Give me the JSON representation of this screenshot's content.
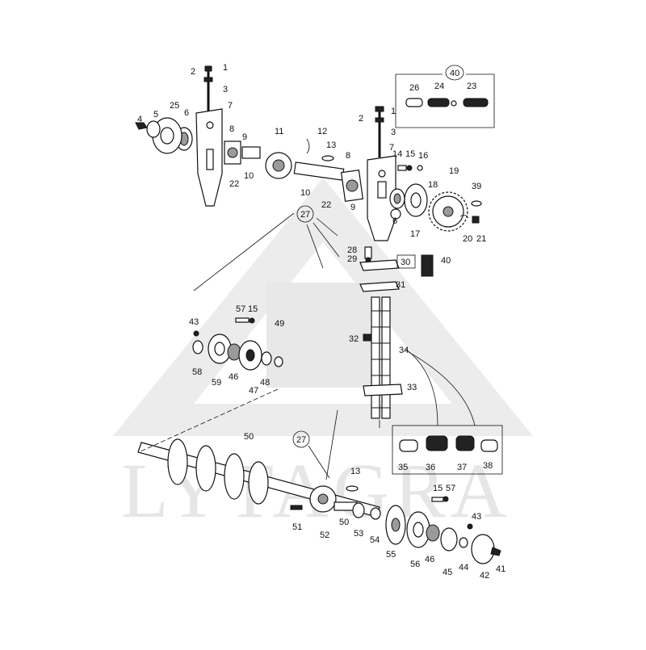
{
  "watermark": {
    "text": "LYTAGRA",
    "color": "#e6e6e6"
  },
  "callouts": {
    "c1a": "1",
    "c2a": "2",
    "c3a": "3",
    "c4": "4",
    "c5": "5",
    "c6a": "6",
    "c7a": "7",
    "c8a": "8",
    "c9a": "9",
    "c10a": "10",
    "c11": "11",
    "c12": "12",
    "c13a": "13",
    "c22a": "22",
    "c25": "25",
    "c1b": "1",
    "c2b": "2",
    "c3b": "3",
    "c7b": "7",
    "c8b": "8",
    "c9b": "9",
    "c10b": "10",
    "c14": "14",
    "c15a": "15",
    "c16": "16",
    "c18": "18",
    "c19": "19",
    "c6b": "6",
    "c17": "17",
    "c22b": "22",
    "c39": "39",
    "c20": "20",
    "c21": "21",
    "c40a": "40",
    "c26": "26",
    "c24": "24",
    "c23": "23",
    "c27a": "27",
    "c28": "28",
    "c29": "29",
    "c30": "30",
    "c40b": "40",
    "c31": "31",
    "c32": "32",
    "c34": "34",
    "c33": "33",
    "c35": "35",
    "c36": "36",
    "c37": "37",
    "c38": "38",
    "c43a": "43",
    "c57a": "57",
    "c15b": "15",
    "c49": "49",
    "c58": "58",
    "c59": "59",
    "c46a": "46",
    "c47": "47",
    "c48": "48",
    "c50a": "50",
    "c27b": "27",
    "c13b": "13",
    "c15c": "15",
    "c57b": "57",
    "c43b": "43",
    "c51": "51",
    "c52": "52",
    "c50b": "50",
    "c53": "53",
    "c54": "54",
    "c55": "55",
    "c56": "56",
    "c46b": "46",
    "c45": "45",
    "c44": "44",
    "c42": "42",
    "c41": "41"
  }
}
